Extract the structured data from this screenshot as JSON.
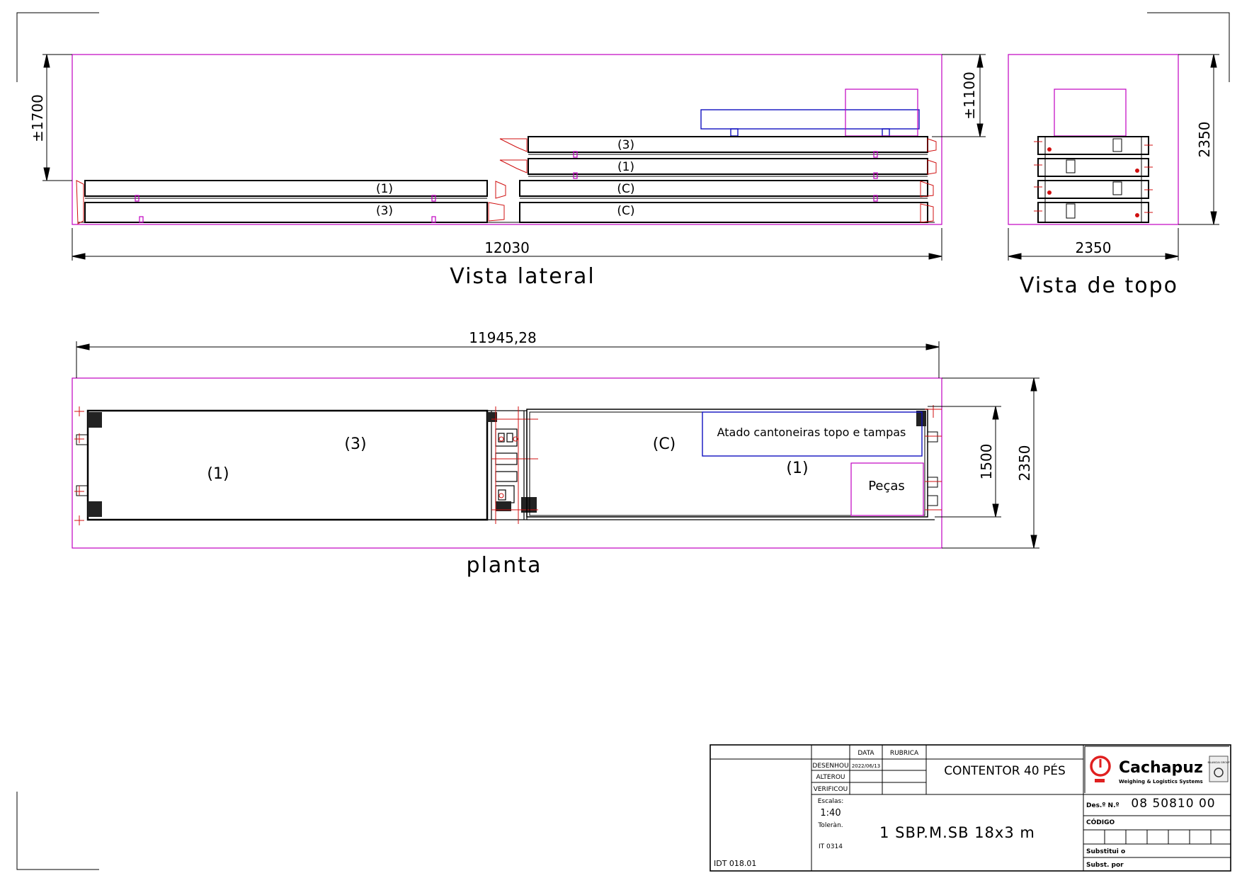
{
  "views": {
    "lateral": {
      "title": "Vista lateral",
      "dim_length": "12030",
      "dim_height": "±1700",
      "dim_load": "±1100",
      "labels": [
        "(1)",
        "(3)",
        "(3)",
        "(1)",
        "(C)",
        "(C)"
      ]
    },
    "top": {
      "title": "Vista de topo",
      "dim_width": "2350",
      "dim_height": "2350"
    },
    "plan": {
      "title": "planta",
      "dim_length": "11945,28",
      "dim_inner": "1500",
      "dim_width": "2350",
      "labels": [
        "(3)",
        "(1)",
        "(C)",
        "(1)"
      ],
      "box_label": "Atado cantoneiras topo e tampas",
      "parts_label": "Peças"
    }
  },
  "title_block": {
    "col_data": "DATA",
    "col_rubrica": "RUBRICA",
    "row_desenhou": "DESENHOU",
    "row_alterou": "ALTEROU",
    "row_verificou": "VERIFICOU",
    "date_desenhou": "2022/06/13",
    "escalas_label": "Escalas:",
    "escala": "1:40",
    "toleran_label": "Toleràn.",
    "toleran": "IT 0314",
    "title": "CONTENTOR 40 PÉS",
    "subtitle": "1 SBP.M.SB 18x3 m",
    "company": "Cachapuz",
    "company_tagline": "Weighing & Logistics Systems",
    "group_label": "BILANCIAI GROUP",
    "des_label": "Des.º N.º",
    "des_number": "08 50810 00",
    "codigo_label": "CÓDIGO",
    "substitui_label": "Substitui o",
    "subst_por_label": "Subst. por",
    "idt": "IDT 018.01"
  },
  "colors": {
    "outline": "#c000c0",
    "load": "#1010c0",
    "detail": "#d01010",
    "logo": "#e02020"
  }
}
